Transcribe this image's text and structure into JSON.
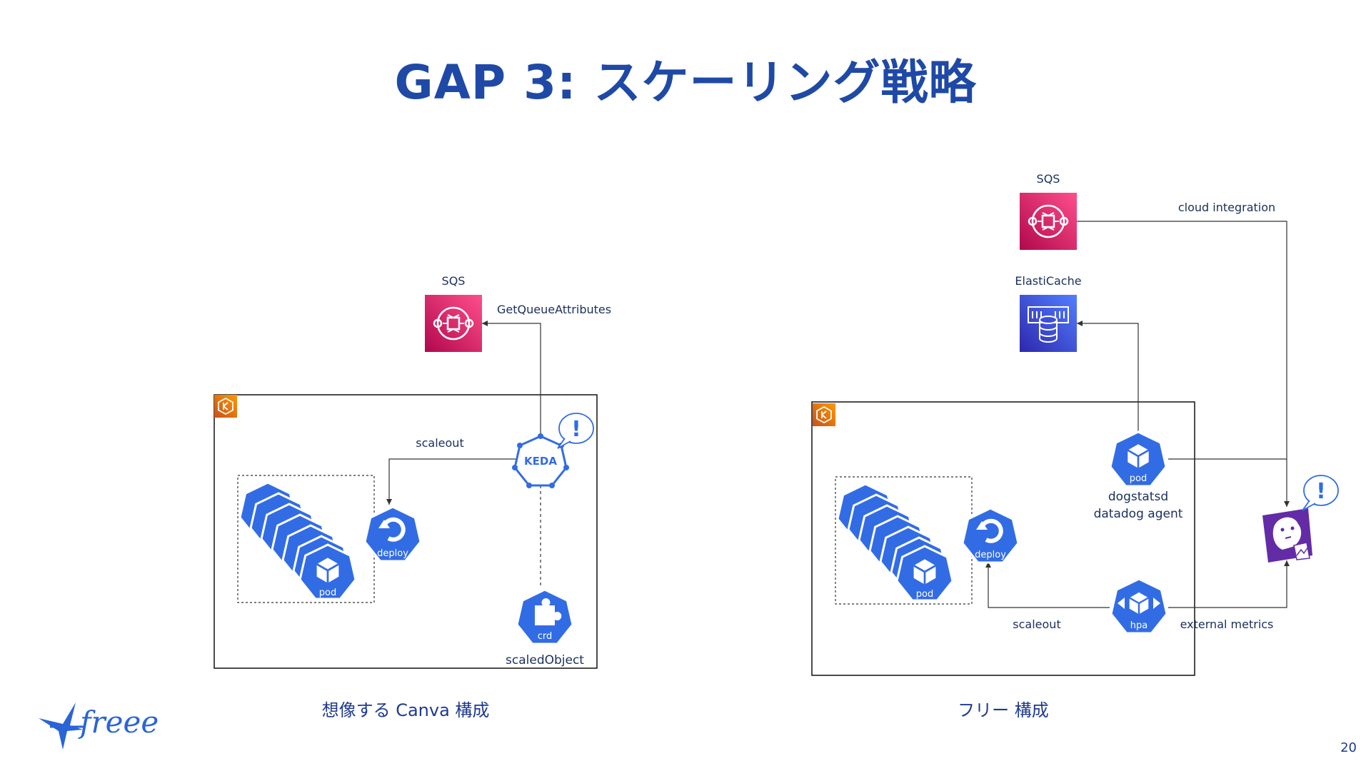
{
  "title": "GAP 3: スケーリング戦略",
  "page_number": "20",
  "brand": {
    "logo_text": "freee",
    "color": "#2a64d6"
  },
  "left": {
    "caption": "想像する Canva 構成",
    "sqs_label": "SQS",
    "edge_get_queue": "GetQueueAttributes",
    "edge_scaleout": "scaleout",
    "keda_label": "KEDA",
    "alert_mark": "!",
    "deploy_label": "deploy",
    "pod_label": "pod",
    "crd_label": "crd",
    "scaled_object_label": "scaledObject"
  },
  "right": {
    "caption": "フリー 構成",
    "sqs_label": "SQS",
    "elasticache_label": "ElastiCache",
    "edge_cloud_integration": "cloud integration",
    "pod_badge": "pod",
    "dogstatsd_label": "dogstatsd",
    "datadog_agent_label": "datadog agent",
    "deploy_label": "deploy",
    "pod_label": "pod",
    "hpa_label": "hpa",
    "edge_scaleout": "scaleout",
    "edge_external_metrics": "external metrics",
    "alert_mark": "!"
  },
  "colors": {
    "k8s_blue": "#326ce5",
    "sqs_pink": "#e7156b",
    "elasticache_blue": "#3b48cc",
    "eks_orange": "#ed7100",
    "datadog_purple": "#632ca6",
    "title_blue": "#1f49a6"
  }
}
